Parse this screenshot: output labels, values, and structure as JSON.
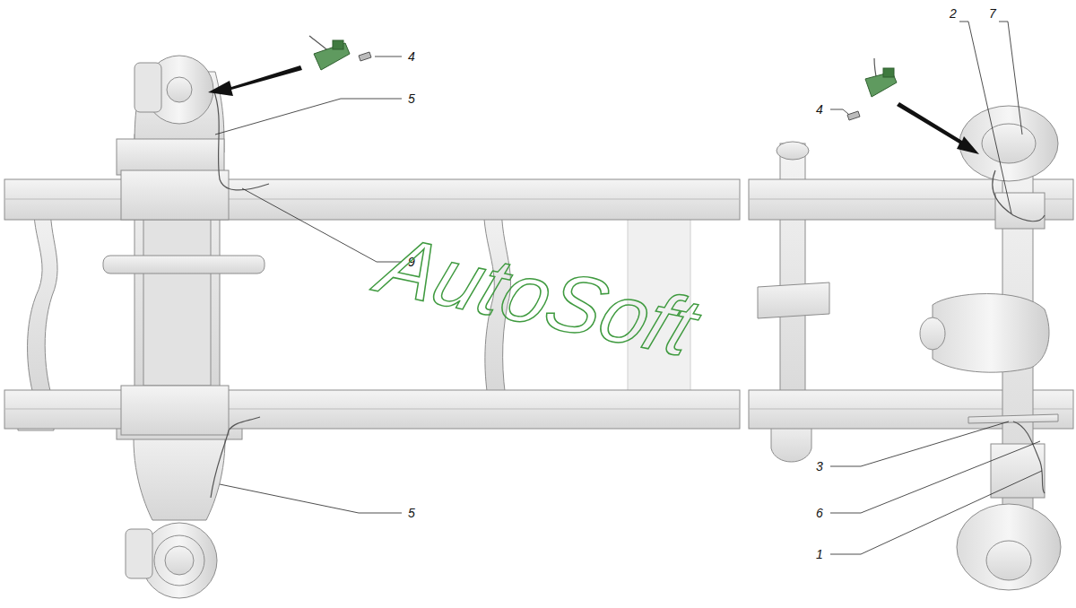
{
  "diagram": {
    "labels": [
      "4",
      "5",
      "9",
      "5",
      "2",
      "7",
      "4",
      "3",
      "6",
      "1",
      "AutoSoft"
    ]
  }
}
